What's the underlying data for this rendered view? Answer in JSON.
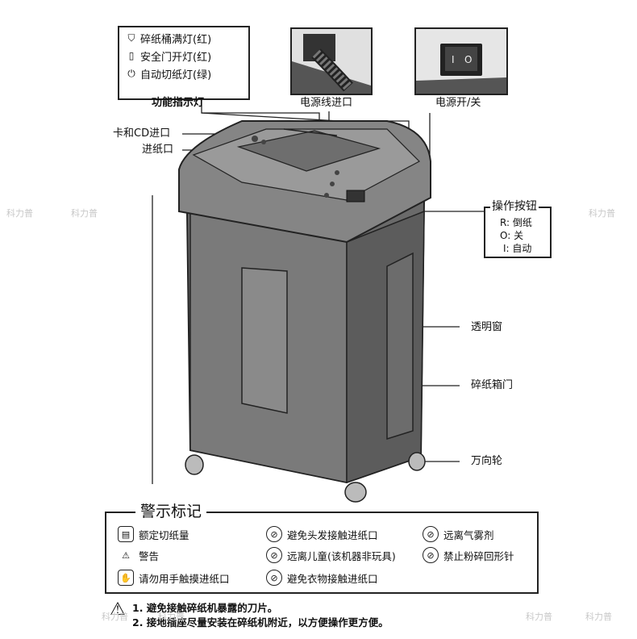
{
  "indicators": {
    "items": [
      {
        "icon": "bin-full-icon",
        "label": "碎纸桶满灯(红)"
      },
      {
        "icon": "door-icon",
        "label": "安全门开灯(红)"
      },
      {
        "icon": "power-icon",
        "label": "自动切纸灯(绿)"
      }
    ],
    "caption": "功能指示灯"
  },
  "callouts": {
    "power_cord": "电源线进口",
    "power_switch": "电源开/关",
    "card_cd_slot": "卡和CD进口",
    "paper_slot": "进纸口",
    "window": "透明窗",
    "bin_door": "碎纸箱门",
    "casters": "万向轮"
  },
  "buttons": {
    "title": "操作按钮",
    "items": [
      "R: 倒纸",
      "O: 关",
      "I: 自动"
    ]
  },
  "warnings": {
    "title": "警示标记",
    "items": [
      {
        "icon": "capacity-icon",
        "label": "额定切纸量"
      },
      {
        "icon": "no-hair-icon",
        "label": "避免头发接触进纸口"
      },
      {
        "icon": "no-aerosol-icon",
        "label": "远离气雾剂"
      },
      {
        "icon": "warning-icon",
        "label": "警告"
      },
      {
        "icon": "no-children-icon",
        "label": "远离儿童(该机器非玩具)"
      },
      {
        "icon": "no-staples-icon",
        "label": "禁止粉碎回形针"
      },
      {
        "icon": "no-hands-icon",
        "label": "请勿用手触摸进纸口"
      },
      {
        "icon": "no-clothes-icon",
        "label": "避免衣物接触进纸口"
      }
    ]
  },
  "notes": [
    "1. 避免接触碎纸机暴露的刀片。",
    "2. 接地插座尽量安装在碎纸机附近，以方便操作更方便。"
  ],
  "watermark": "科力普"
}
